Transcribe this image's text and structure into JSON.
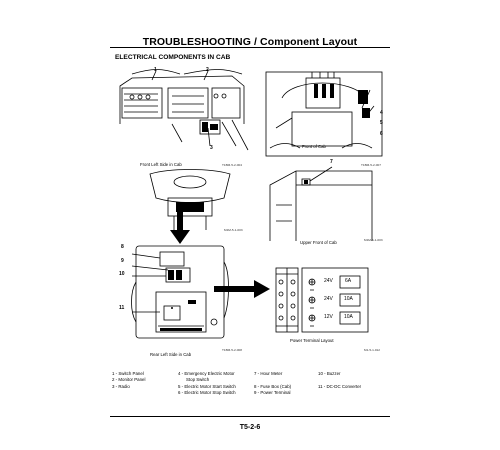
{
  "header": {
    "title": "TROUBLESHOOTING / Component Layout"
  },
  "section": {
    "title": "ELECTRICAL COMPONENTS IN CAB"
  },
  "figures": {
    "front_left": {
      "caption": "Front Left Side in Cab",
      "code": "T1BM-5-2-004",
      "callouts": [
        "1",
        "2",
        "3"
      ]
    },
    "front_cab": {
      "caption": "Front of Cab",
      "code": "T1BM-5-2-007",
      "callouts": [
        "4",
        "5",
        "6"
      ]
    },
    "upper_cab": {
      "caption": "Upper Front of Cab",
      "code": "M1M-5-1-003",
      "callouts": [
        "7"
      ]
    },
    "seat": {
      "code": "M1M-5-1-003"
    },
    "rear_left": {
      "caption": "Rear Left Side in Cab",
      "code": "T1BM-5-2-008",
      "callouts": [
        "8",
        "9",
        "10",
        "11"
      ]
    },
    "power": {
      "caption": "Power Terminal Layout",
      "code": "M1-5-1-012",
      "rows": [
        {
          "volt": "24V",
          "amp": "6A"
        },
        {
          "volt": "24V",
          "amp": "10A"
        },
        {
          "volt": "12V",
          "amp": "10A"
        }
      ]
    }
  },
  "legend": [
    [
      "1 -",
      "Switch Panel"
    ],
    [
      "2 -",
      "Monitor Panel"
    ],
    [
      "3 -",
      "Radio"
    ],
    [
      "4 -",
      "Emergency Electric Motor"
    ],
    [
      "",
      "Stop Switch"
    ],
    [
      "5 -",
      "Electric Motor Start Switch"
    ],
    [
      "6 -",
      "Electric Motor Stop Switch"
    ],
    [
      "7 -",
      "Hour Meter"
    ],
    [
      "8 -",
      "Fuse Box (Cab)"
    ],
    [
      "9 -",
      "Power Terminal"
    ],
    [
      "10 -",
      "Buzzer"
    ],
    [
      "11 -",
      "DC-DC Converter"
    ]
  ],
  "page_number": "T5-2-6"
}
